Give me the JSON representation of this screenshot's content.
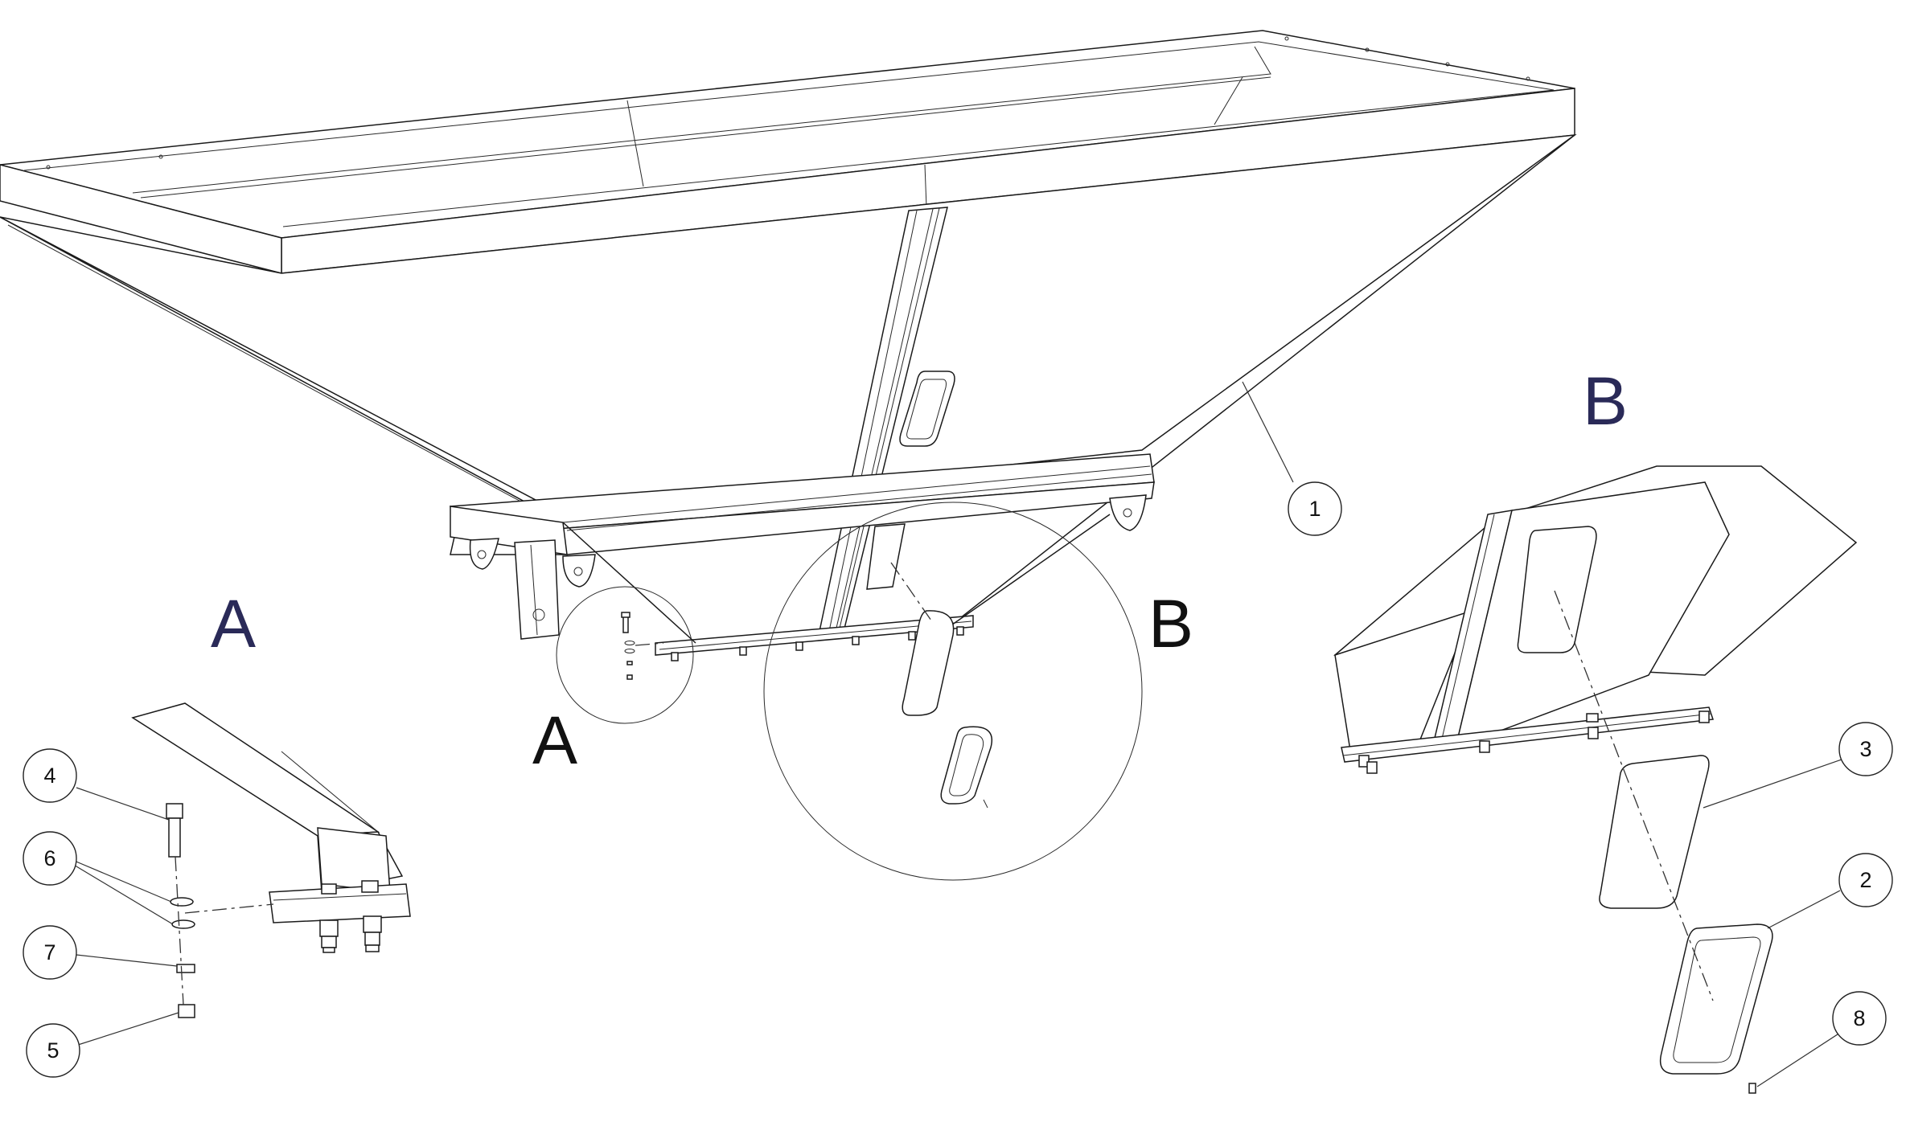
{
  "view_labels": {
    "a_detail_title": "A",
    "b_detail_title": "B",
    "a_callout": "A",
    "b_callout": "B"
  },
  "balloons": [
    {
      "id": "1",
      "label": "1"
    },
    {
      "id": "2",
      "label": "2"
    },
    {
      "id": "3",
      "label": "3"
    },
    {
      "id": "4",
      "label": "4"
    },
    {
      "id": "5",
      "label": "5"
    },
    {
      "id": "6",
      "label": "6"
    },
    {
      "id": "7",
      "label": "7"
    },
    {
      "id": "8",
      "label": "8"
    }
  ],
  "colors": {
    "line": "#1a1a1a",
    "detail_title": "#2a2a58",
    "background": "#ffffff"
  }
}
